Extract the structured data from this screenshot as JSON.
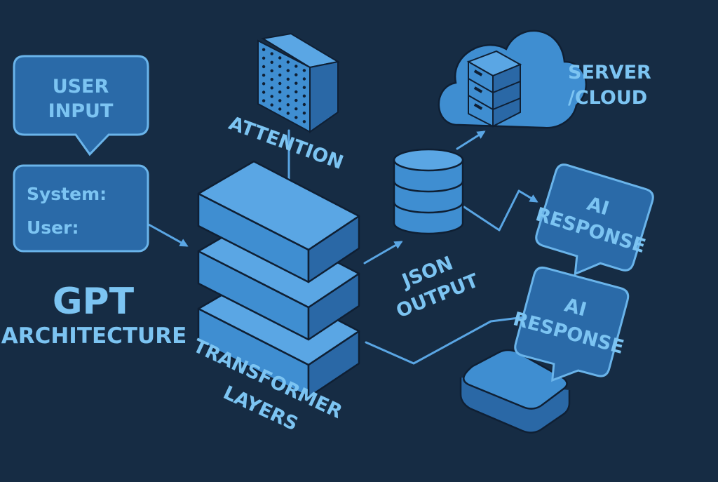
{
  "colors": {
    "background": "#162c44",
    "face": "#3f8ed1",
    "face_light": "#5aa6e4",
    "side": "#2a68a6",
    "edge": "#0f1f33",
    "text": "#7cc4f2"
  },
  "user_input": {
    "line1": "USER",
    "line2": "INPUT"
  },
  "prompt_box": {
    "system": "System:",
    "user": "User:"
  },
  "title": {
    "main": "GPT",
    "sub": "ARCHITECTURE"
  },
  "attention": {
    "label": "ATTENTION"
  },
  "transformer": {
    "line1": "TRANSFORMER",
    "line2": "LAYERS",
    "layer_count": 3
  },
  "json_output": {
    "line1": "JSON",
    "line2": "OUTPUT"
  },
  "server": {
    "line1": "SERVER",
    "line2": "/CLOUD"
  },
  "response_1": {
    "line1": "AI",
    "line2": "RESPONSE"
  },
  "response_2": {
    "line1": "AI",
    "line2": "RESPONSE"
  },
  "icons": {
    "attention_grid": "grid-panel-icon",
    "database": "database-icon",
    "server": "server-rack-icon",
    "cloud": "cloud-icon",
    "device": "device-pad-icon"
  }
}
